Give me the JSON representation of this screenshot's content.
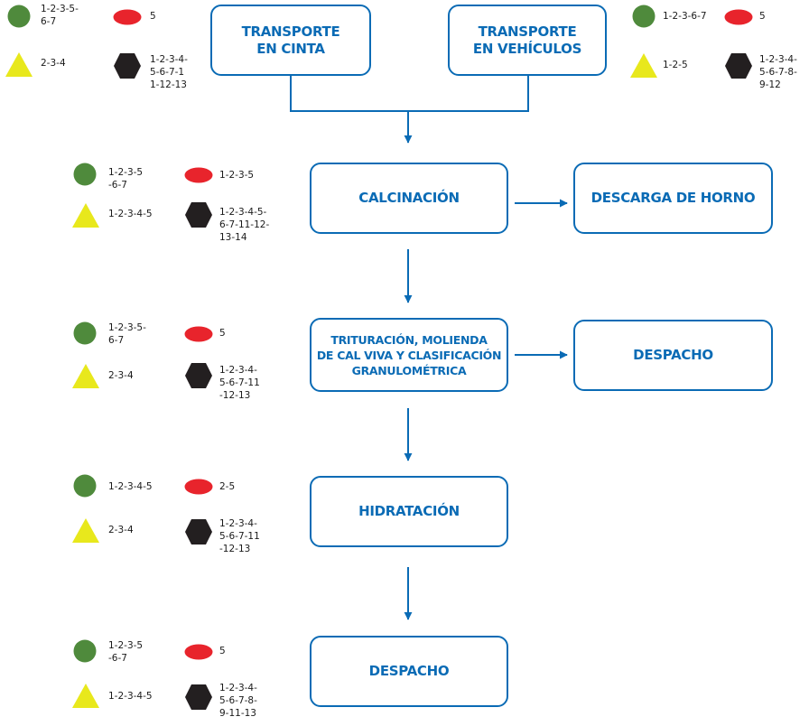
{
  "colors": {
    "box_border": "#0a6bb5",
    "box_text": "#0a6bb5",
    "arrow": "#0a6bb5",
    "circle_green": "#4f8a3c",
    "oval_red": "#e8242c",
    "triangle_yellow": "#e8e81c",
    "hexagon_black": "#231f20"
  },
  "boxes": {
    "transporte_cinta": "TRANSPORTE\nEN CINTA",
    "transporte_vehiculos": "TRANSPORTE\nEN VEHÍCULOS",
    "calcinacion": "CALCINACIÓN",
    "descarga_horno": "DESCARGA DE HORNO",
    "trituracion": "TRITURACIÓN, MOLIENDA\nDE CAL VIVA Y CLASIFICACIÓN\nGRANULOMÉTRICA",
    "despacho_side": "DESPACHO",
    "hidratacion": "HIDRATACIÓN",
    "despacho_final": "DESPACHO"
  },
  "legend_groups": {
    "cinta": {
      "green_circle": "1-2-3-5-\n6-7",
      "red_oval": "5",
      "yellow_triangle": "2-3-4",
      "black_hexagon": "1-2-3-4-\n5-6-7-1\n1-12-13"
    },
    "vehiculos": {
      "green_circle": "1-2-3-6-7",
      "red_oval": "5",
      "yellow_triangle": "1-2-5",
      "black_hexagon": "1-2-3-4-\n5-6-7-8-\n9-12"
    },
    "calcinacion": {
      "green_circle": "1-2-3-5\n-6-7",
      "red_oval": "1-2-3-5",
      "yellow_triangle": "1-2-3-4-5",
      "black_hexagon": "1-2-3-4-5-\n6-7-11-12-\n13-14"
    },
    "trituracion": {
      "green_circle": "1-2-3-5-\n6-7",
      "red_oval": "5",
      "yellow_triangle": "2-3-4",
      "black_hexagon": "1-2-3-4-\n5-6-7-11\n-12-13"
    },
    "hidratacion": {
      "green_circle": "1-2-3-4-5",
      "red_oval": "2-5",
      "yellow_triangle": "2-3-4",
      "black_hexagon": "1-2-3-4-\n5-6-7-11\n-12-13"
    },
    "despacho": {
      "green_circle": "1-2-3-5\n-6-7",
      "red_oval": "5",
      "yellow_triangle": "1-2-3-4-5",
      "black_hexagon": "1-2-3-4-\n5-6-7-8-\n9-11-13"
    }
  }
}
